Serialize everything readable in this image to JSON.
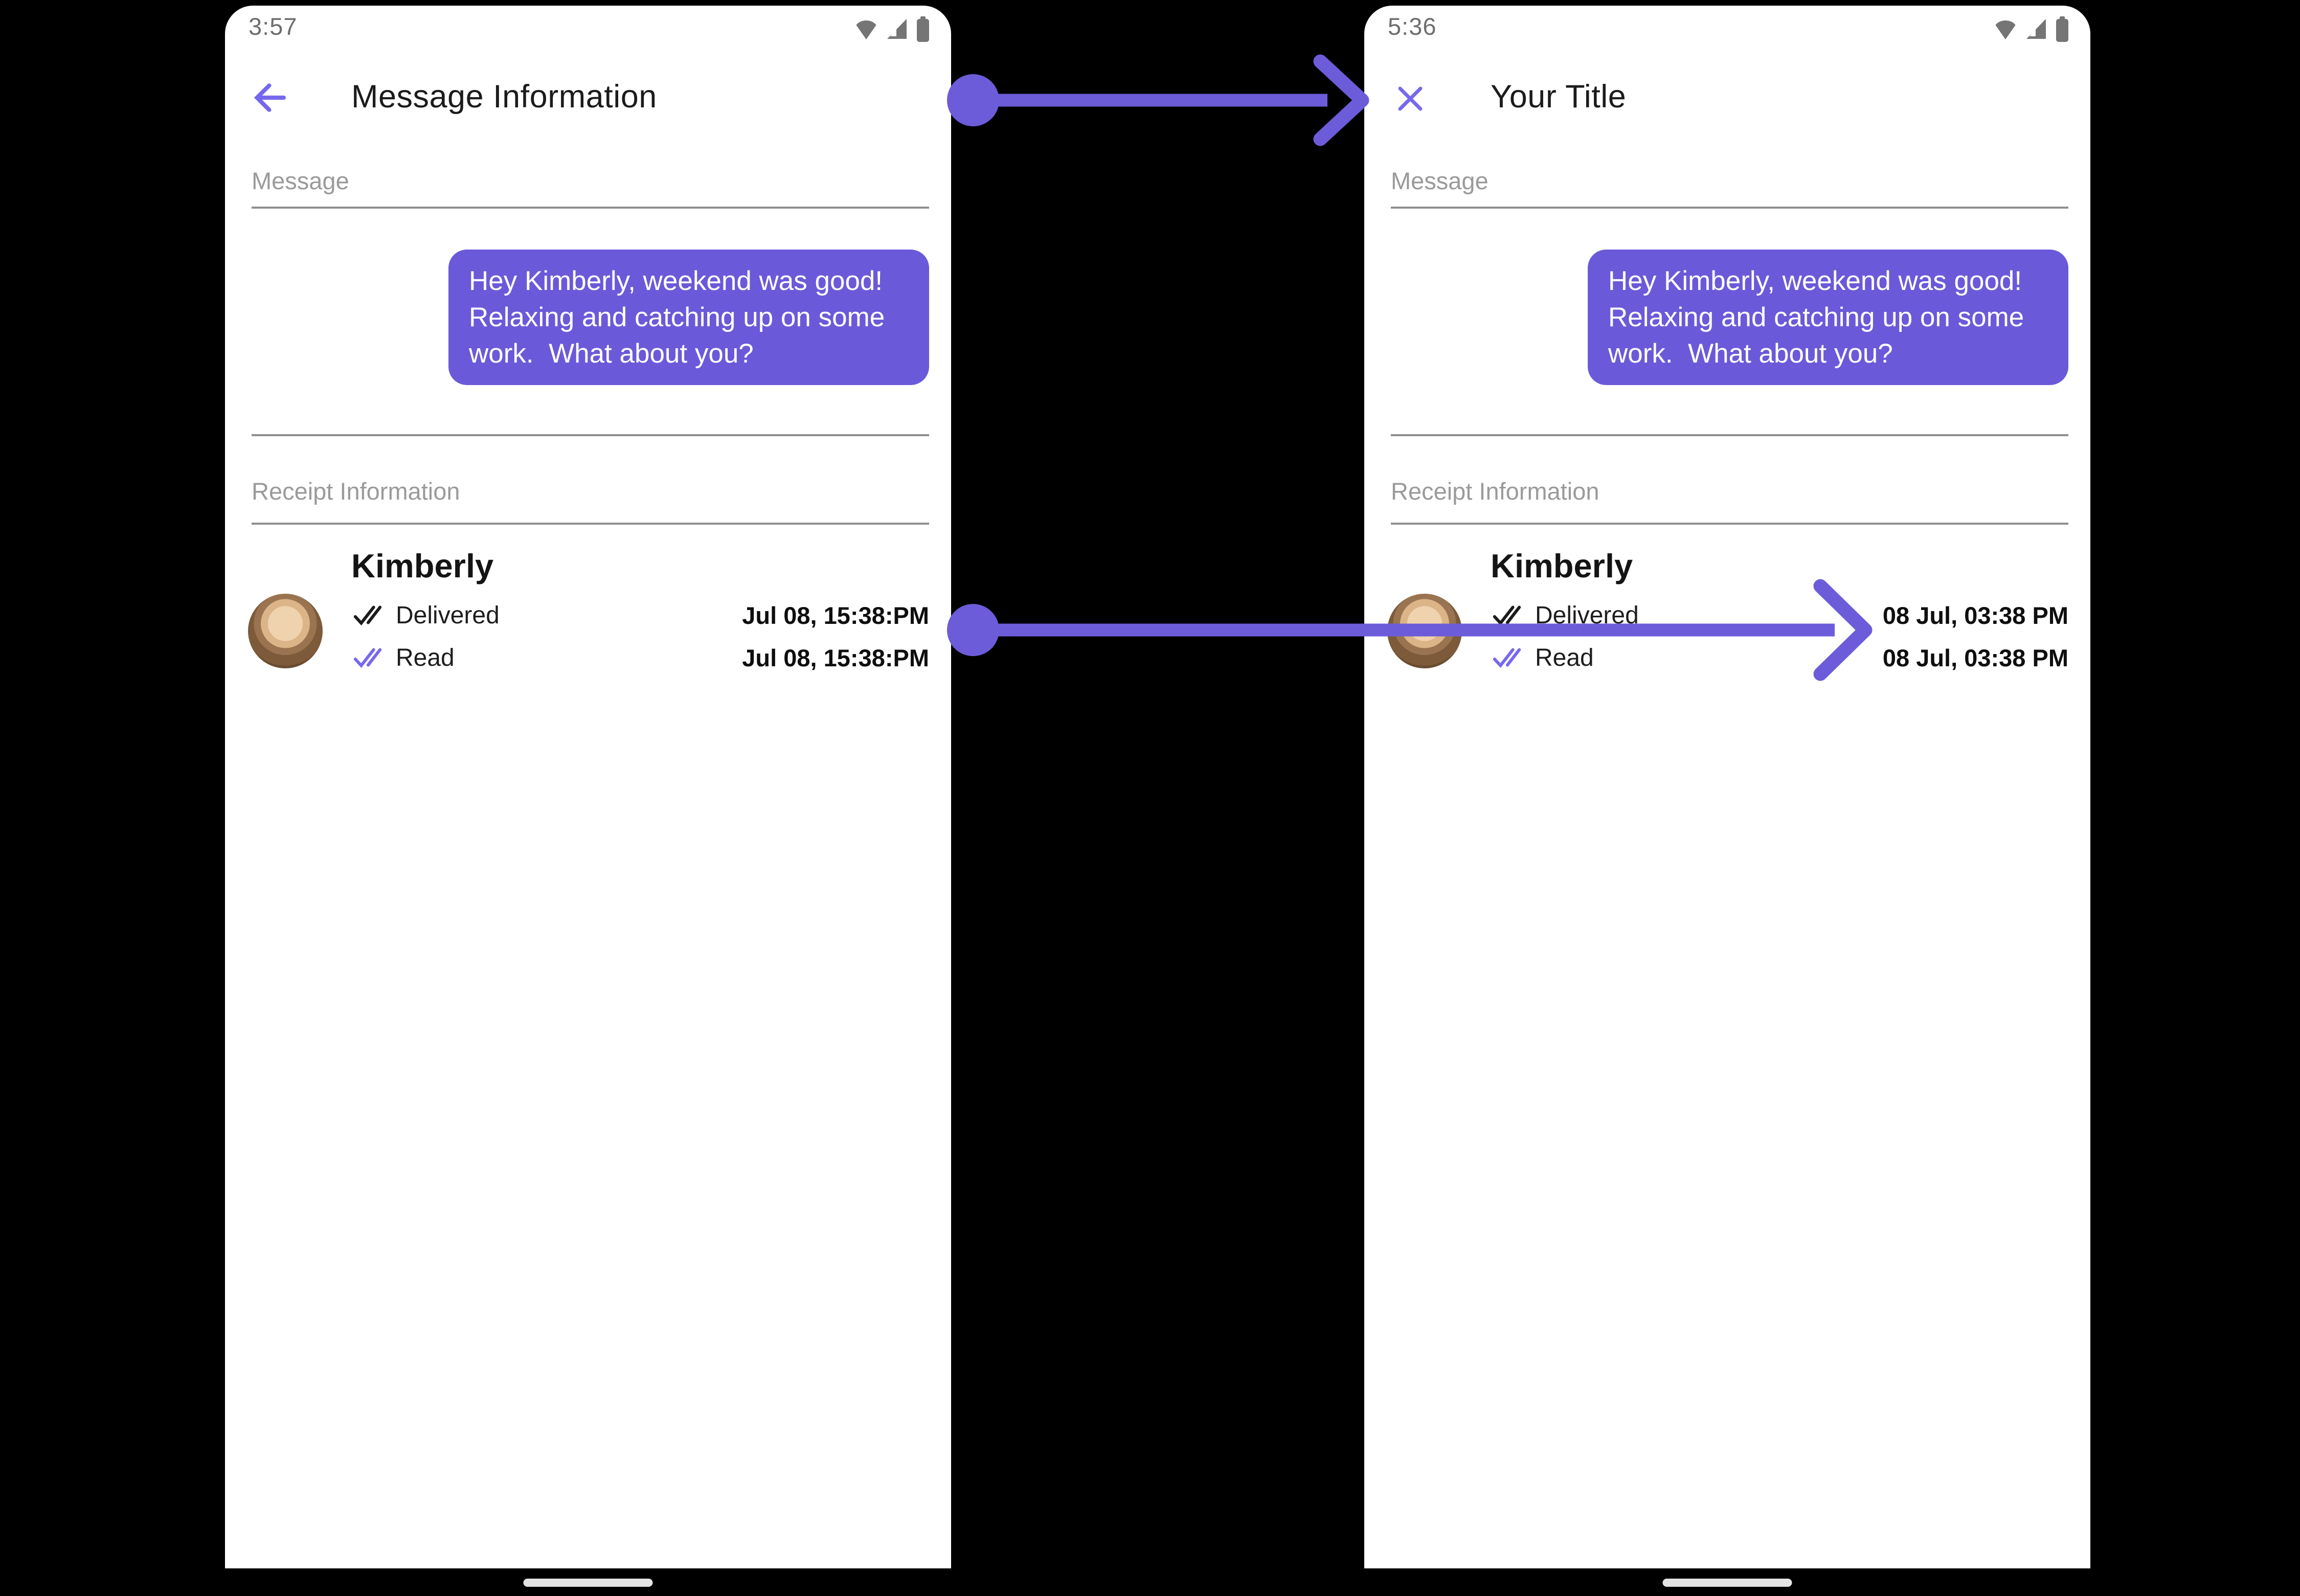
{
  "colors": {
    "connector_purple": "#6C5CD9",
    "bubble_purple": "#6A5AD9",
    "icon_purple": "#7668EE",
    "delivered_check": "#1b1b1b",
    "label_gray": "#9a9a9a",
    "divider_gray": "#8f8f8f",
    "status_gray": "#757575"
  },
  "left_phone": {
    "status_bar": {
      "time": "3:57",
      "icons": [
        "wifi-icon",
        "signal-icon",
        "battery-icon"
      ]
    },
    "header": {
      "nav_icon": "back-arrow-icon",
      "title": "Message Information"
    },
    "message_section": {
      "label": "Message",
      "bubble_text": "Hey Kimberly, weekend was good!  Relaxing and catching up on some work.  What about you?"
    },
    "receipt_section": {
      "label": "Receipt Information",
      "contact_name": "Kimberly",
      "rows": [
        {
          "status": "Delivered",
          "timestamp": "Jul 08, 15:38:PM"
        },
        {
          "status": "Read",
          "timestamp": "Jul 08, 15:38:PM"
        }
      ]
    }
  },
  "right_phone": {
    "status_bar": {
      "time": "5:36",
      "icons": [
        "wifi-icon",
        "signal-icon",
        "battery-icon"
      ]
    },
    "header": {
      "nav_icon": "close-icon",
      "title": "Your Title"
    },
    "message_section": {
      "label": "Message",
      "bubble_text": "Hey Kimberly, weekend was good!  Relaxing and catching up on some work.  What about you?"
    },
    "receipt_section": {
      "label": "Receipt Information",
      "contact_name": "Kimberly",
      "rows": [
        {
          "status": "Delivered",
          "timestamp": "08 Jul, 03:38 PM"
        },
        {
          "status": "Read",
          "timestamp": "08 Jul, 03:38 PM"
        }
      ]
    }
  }
}
